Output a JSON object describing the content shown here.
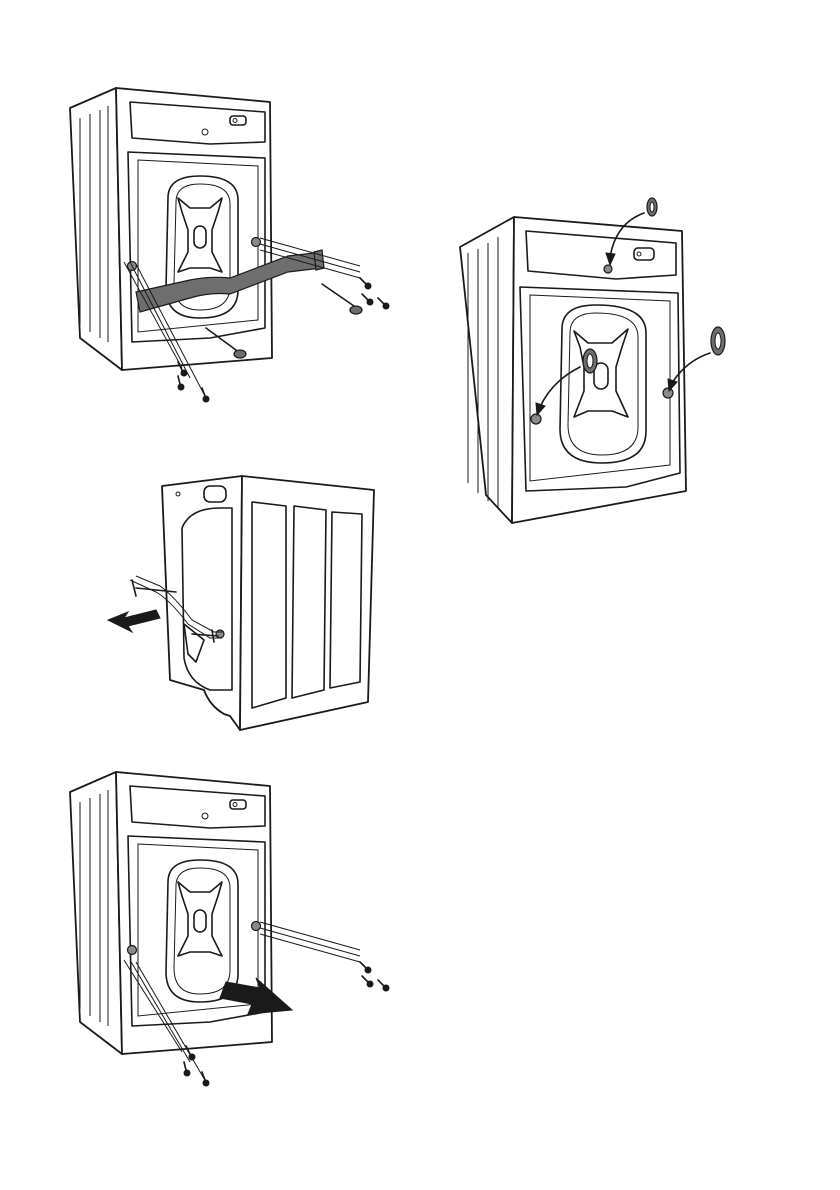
{
  "document": {
    "type": "installation-illustrations",
    "figures": [
      {
        "id": "fig1",
        "icons": [
          "washing-machine-rear",
          "transit-bracket",
          "long-bolt",
          "screw"
        ]
      },
      {
        "id": "fig2",
        "icons": [
          "washing-machine-rear",
          "plastic-cap",
          "curved-arrow"
        ]
      },
      {
        "id": "fig3",
        "icons": [
          "washing-machine-side",
          "transit-bracket",
          "pull-arrow"
        ]
      },
      {
        "id": "fig4",
        "icons": [
          "washing-machine-rear",
          "screw",
          "push-arrow"
        ]
      }
    ],
    "colors": {
      "line": "#1a1a1a",
      "bracket": "#6e6e6e",
      "background": "#ffffff"
    }
  }
}
